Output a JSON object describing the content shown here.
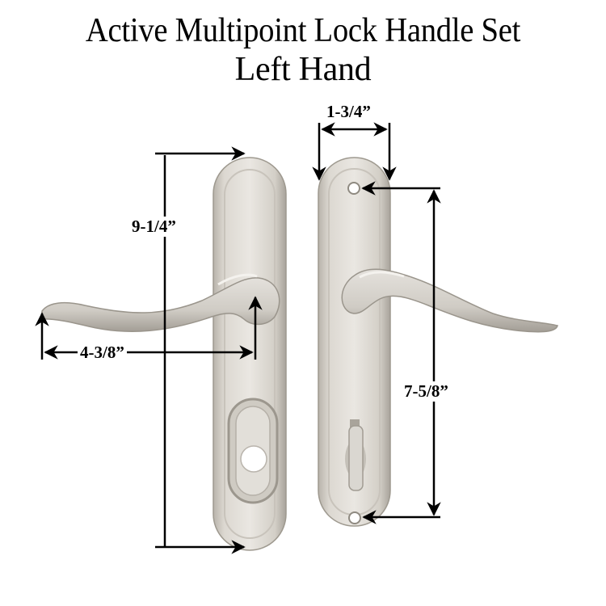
{
  "title": {
    "line1": "Active Multipoint Lock Handle Set",
    "line2": "Left Hand"
  },
  "dimensions": {
    "overall_height": "9-1/4”",
    "lever_length": "4-3/8”",
    "plate_width": "1-3/4”",
    "hole_spacing": "7-5/8”"
  },
  "colors": {
    "finish": "#d8d4cd",
    "finish_shadow": "#a9a49c",
    "dimension_lines": "#000000",
    "background": "#ffffff"
  }
}
